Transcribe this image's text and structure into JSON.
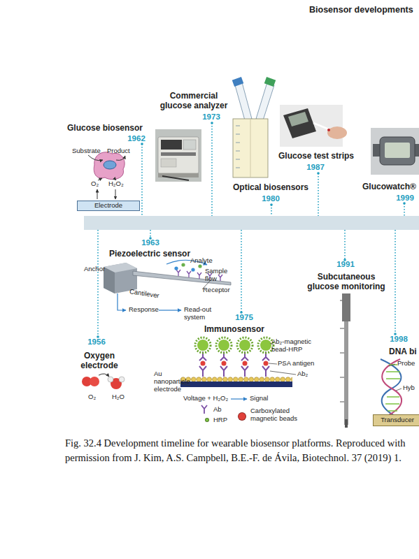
{
  "diagram": {
    "title": "Biosensor developments",
    "caption": "Fig. 32.4 Development timeline for wearable biosensor platforms. Reproduced with permission from J. Kim, A.S. Campbell, B.E.-F. de Ávila, Biotechnol. 37 (2019) 1.",
    "nodes": [
      {
        "text": [
          "Electrode"
        ]
      },
      {
        "text": [
          "Transducer"
        ]
      }
    ],
    "labels": [
      "Commercial glucose analyzer",
      "1973",
      "Glucose biosensor",
      "1962",
      "Substrate",
      "Product",
      "O₂",
      "H₂O₂",
      "Glucose test strips",
      "1987",
      "Optical biosensors",
      "1980",
      "Glucowatch®",
      "1999",
      "1963",
      "Piezoelectric sensor",
      "Anchor",
      "Analyte",
      "Sample flow",
      "Receptor",
      "Cantilever",
      "Response",
      "Read-out system",
      "1991",
      "Subcutaneous glucose monitoring",
      "1975",
      "Immunosensor",
      "Ab₂-magnetic bead-HRP",
      "PSA antigen",
      "Ab₂",
      "Au nanoparticle electrode",
      "Voltage + H₂O₂",
      "Signal",
      "1956",
      "Oxygen electrode",
      "O₂",
      "H₂O",
      "1998",
      "DNA bi",
      "Probe",
      "Hyb"
    ],
    "legend": [
      {
        "text": "Ab"
      },
      {
        "text": "HRP",
        "color": "#7dc242"
      },
      {
        "text": "Carboxylated magnetic beads",
        "color": "#e0403a"
      }
    ]
  }
}
